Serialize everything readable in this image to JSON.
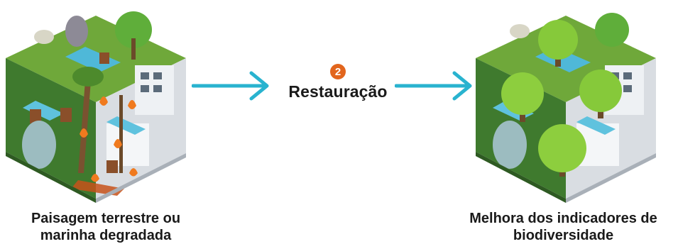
{
  "left": {
    "caption_line1": "Paisagem terrestre ou",
    "caption_line2": "marinha degradada"
  },
  "step": {
    "number": "2",
    "label": "Restauração"
  },
  "right": {
    "caption_line1": "Melhora dos indicadores de",
    "caption_line2": "biodiversidade"
  },
  "colors": {
    "arrow": "#29b3cf",
    "badge": "#e2651d"
  }
}
